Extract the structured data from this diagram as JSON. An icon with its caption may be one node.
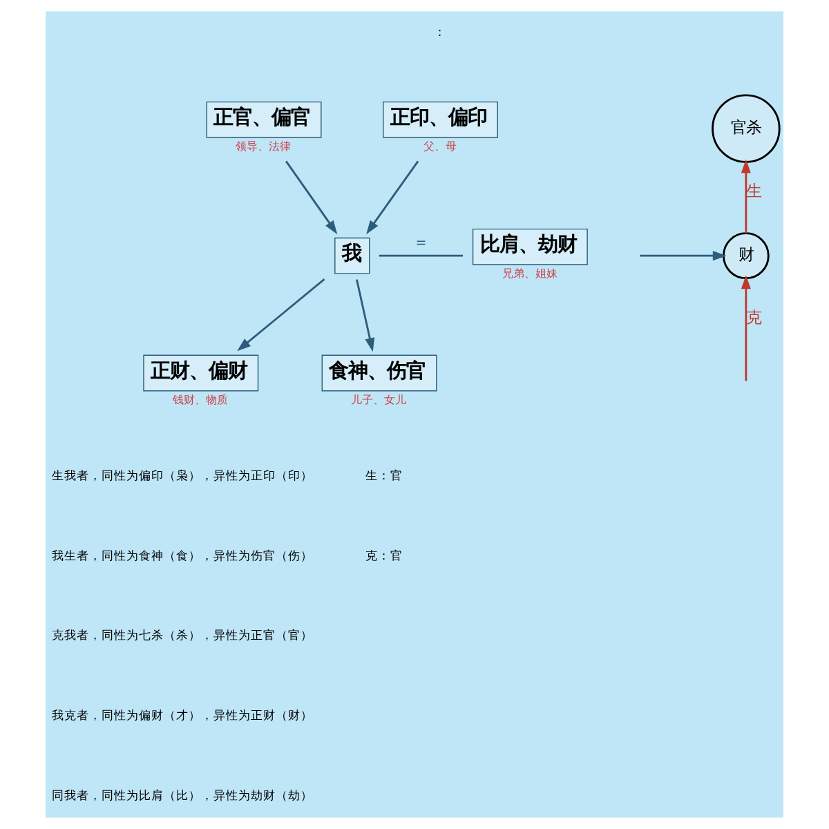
{
  "diagram": {
    "nodes": [
      {
        "text": [
          "正印、偏印"
        ],
        "beside": [
          "父、母"
        ]
      },
      {
        "text": [
          "正官、偏官"
        ],
        "beside": [
          "领导、法律"
        ]
      },
      {
        "text": [
          "我"
        ]
      },
      {
        "text": [
          "比肩、劫财"
        ],
        "beside": [
          "兄弟、姐妹"
        ]
      },
      {
        "text": [
          "正财、偏财"
        ],
        "beside": [
          "钱财、物质"
        ]
      },
      {
        "text": [
          "食神、伤官"
        ],
        "beside": [
          "儿子、女儿"
        ]
      },
      {
        "text": [
          "官杀"
        ]
      },
      {
        "text": [
          "财"
        ]
      }
    ],
    "edges": [
      {
        "from": 0,
        "to": 2,
        "arrow": "to"
      },
      {
        "from": 1,
        "to": 2,
        "arrow": "to"
      },
      {
        "from": 2,
        "to": 3,
        "arrow": "none",
        "label": "＝"
      },
      {
        "from": 2,
        "to": 4,
        "arrow": "to"
      },
      {
        "from": 2,
        "to": 5,
        "arrow": "to"
      },
      {
        "from": 7,
        "to": 6,
        "arrow": "to",
        "label": "生",
        "color": "#c0392b"
      },
      {
        "from": null,
        "to": 7,
        "arrow": "to",
        "label": "克",
        "color": "#c0392b"
      },
      {
        "from": null,
        "to": 7,
        "arrow": "to"
      }
    ],
    "labels": [
      "：",
      "生我者，同性为偏印（枭），异性为正印（印）",
      "我生者，同性为食神（食），异性为伤官（伤）",
      "克我者，同性为七杀（杀），异性为正官（官）",
      "我克者，同性为偏财（才），异性为正财（财）",
      "同我者，同性为比肩（比），异性为劫财（劫）",
      "生：官",
      "克：官"
    ]
  }
}
